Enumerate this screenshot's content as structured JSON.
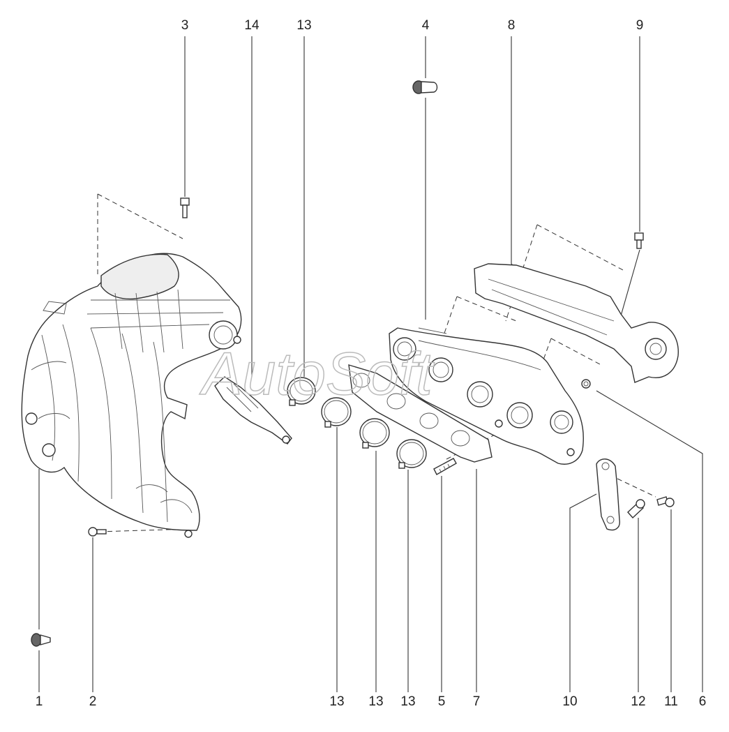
{
  "diagram": {
    "watermark": "AutoSoft",
    "callouts_top": [
      {
        "id": "c3",
        "label": "3"
      },
      {
        "id": "c14",
        "label": "14"
      },
      {
        "id": "c13a",
        "label": "13"
      },
      {
        "id": "c4",
        "label": "4"
      },
      {
        "id": "c8",
        "label": "8"
      },
      {
        "id": "c9",
        "label": "9"
      }
    ],
    "callouts_bottom": [
      {
        "id": "c1",
        "label": "1"
      },
      {
        "id": "c2",
        "label": "2"
      },
      {
        "id": "c13b",
        "label": "13"
      },
      {
        "id": "c13c",
        "label": "13"
      },
      {
        "id": "c13d",
        "label": "13"
      },
      {
        "id": "c5",
        "label": "5"
      },
      {
        "id": "c7",
        "label": "7"
      },
      {
        "id": "c10",
        "label": "10"
      },
      {
        "id": "c12",
        "label": "12"
      },
      {
        "id": "c11",
        "label": "11"
      },
      {
        "id": "c6",
        "label": "6"
      }
    ]
  }
}
